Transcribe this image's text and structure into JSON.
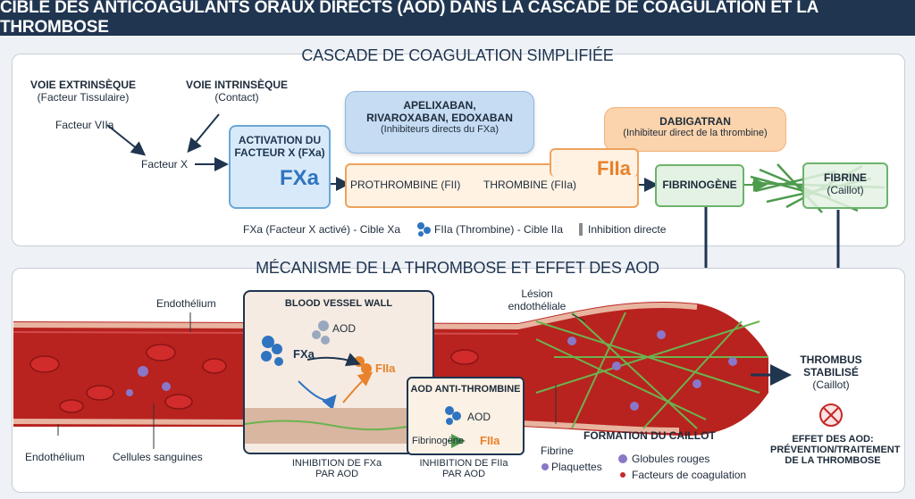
{
  "header": {
    "title": "CIBLE DES ANTICOAGULANTS ORAUX DIRECTS (AOD) DANS LA CASCADE DE COAGULATION ET LA THROMBOSE"
  },
  "cascade": {
    "title": "CASCADE DE COAGULATION SIMPLIFIÉE",
    "extrinsic_title": "VOIE EXTRINSÈQUE",
    "extrinsic_sub": "(Facteur Tissulaire)",
    "factor_vii": "Facteur VIIa",
    "intrinsic_title": "VOIE INTRINSÈQUE",
    "intrinsic_sub": "(Contact)",
    "factor_x": "Facteur X",
    "activation_line1": "ACTIVATION DU",
    "activation_line2": "FACTEUR X (FXa)",
    "fxa": "FXa",
    "xa_drugs_line1": "APELIXABAN,",
    "xa_drugs_line2": "RIVAROXABAN, EDOXABAN",
    "xa_drugs_sub": "(Inhibiteurs directs du FXa)",
    "dabi_title": "DABIGATRAN",
    "dabi_sub": "(Inhibiteur direct de la thrombine)",
    "prothrombin": "PROTHROMBINE (FII)",
    "thrombin": "THROMBINE (FIIa)",
    "fiia": "FIIa",
    "fibrinogen": "FIBRINOGÈNE",
    "fibrin_title": "FIBRINE",
    "fibrin_sub": "(Caillot)",
    "legend_xa": "FXa (Facteur X activé)  - Cible Xa",
    "legend_iia": "FIIa (Thrombine) - Cible IIa",
    "legend_inhib": "Inhibition directe"
  },
  "thrombosis": {
    "title": "MÉCANISME DE LA THROMBOSE ET EFFET DES AOD",
    "endothelium_top": "Endothélium",
    "endothelium_bottom": "Endothélium",
    "blood_cells": "Cellules sanguines",
    "vessel_wall": "BLOOD VESSEL WALL",
    "aod": "AOD",
    "fxa": "FXa",
    "fiia": "FIIa",
    "inhib_fxa_line1": "INHIBITION DE FXa",
    "inhib_fxa_line2": "PAR AOD",
    "anti_thrombin_title": "AOD ANTI-THROMBINE",
    "aod2": "AOD",
    "fibrinogen": "Fibrinogène",
    "fiia2": "FIIa",
    "inhib_fiia_line1": "INHIBITION DE FIIa",
    "inhib_fiia_line2": "PAR AOD",
    "lesion_line1": "Lésion",
    "lesion_line2": "endothéliale",
    "fibrin": "Fibrine",
    "platelets": "Plaquettes",
    "clot_formation": "FORMATION DU CAILLOT",
    "red_cells": "Globules rouges",
    "coag_factors": "Facteurs de coagulation",
    "thrombus_line1": "THROMBUS",
    "thrombus_line2": "STABILISÉ",
    "thrombus_sub": "(Caillot)",
    "effect_line1": "EFFET DES AOD:",
    "effect_line2": "PRÉVENTION/TRAITEMENT",
    "effect_line3": "DE LA THROMBOSE"
  },
  "colors": {
    "navy": "#1f3550",
    "blue": "#2f74c0",
    "orange": "#e8822c",
    "green": "#4e9b4e",
    "red": "#c62828"
  }
}
